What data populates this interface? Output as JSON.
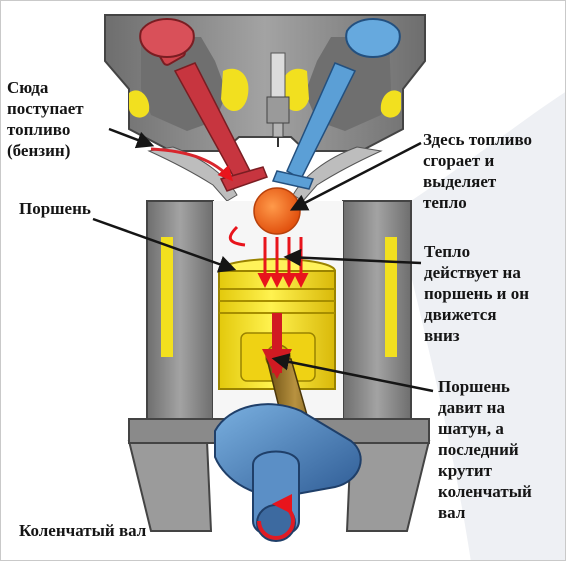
{
  "labels": {
    "fuel_in": "Сюда\nпоступает\nтопливо\n(бензин)",
    "combustion": "Здесь топливо\nсгорает и\nвыделяет\nтепло",
    "piston": "Поршень",
    "heat_on_piston": "Тепло\nдействует на\nпоршень и он\nдвижется\nвниз",
    "piston_pushes_rod": "Поршень\nдавит на\nшатун, а\nпоследний\nкрутит\nколенчатый\nвал",
    "crankshaft": "Коленчатый вал"
  },
  "colors": {
    "casing": "#8f8f8f",
    "casing_dark": "#5b5b5b",
    "coolant": "#f2e01f",
    "intake_valve": "#d0434b",
    "exhaust_valve": "#5b9fd6",
    "piston": "#ffe626",
    "combustion_ball": "#f5661f",
    "heat_arrows": "#e8141c",
    "crankshaft": "#4e7fb8",
    "connecting_rod": "#8a6a22",
    "pointer": "#151515"
  },
  "icons": [
    "spark-plug-icon"
  ]
}
